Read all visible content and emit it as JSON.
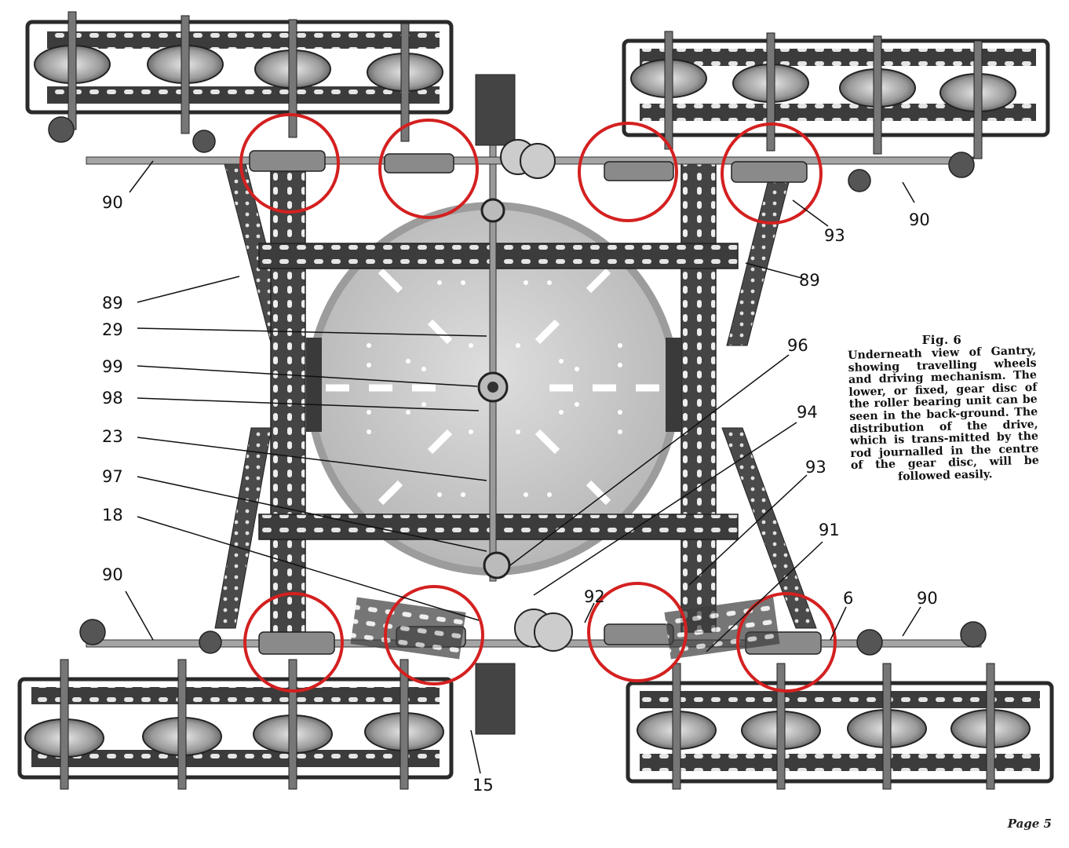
{
  "figure": {
    "label": "Fig. 6",
    "caption": "Underneath view of Gantry, showing travelling wheels and driving mechanism. The lower, or fixed, gear disc of the roller bearing unit can be seen in the back-ground. The distribution of the drive, which is trans-mitted by the rod journalled in the centre of the gear disc, will be followed easily.",
    "page": "Page 5"
  },
  "callouts": {
    "c90_tl": "90",
    "c90_tr": "90",
    "c93_tr": "93",
    "c89_l": "89",
    "c89_r": "89",
    "c29": "29",
    "c99": "99",
    "c98": "98",
    "c23": "23",
    "c97": "97",
    "c18": "18",
    "c90_bl": "90",
    "c96": "96",
    "c94": "94",
    "c93_r": "93",
    "c91": "91",
    "c92": "92",
    "c6": "6",
    "c90_br": "90",
    "c15": "15"
  },
  "colors": {
    "highlight": "#d42020",
    "metal_dark": "#3a3a3a",
    "gear_disc": "#cfcfcf"
  }
}
